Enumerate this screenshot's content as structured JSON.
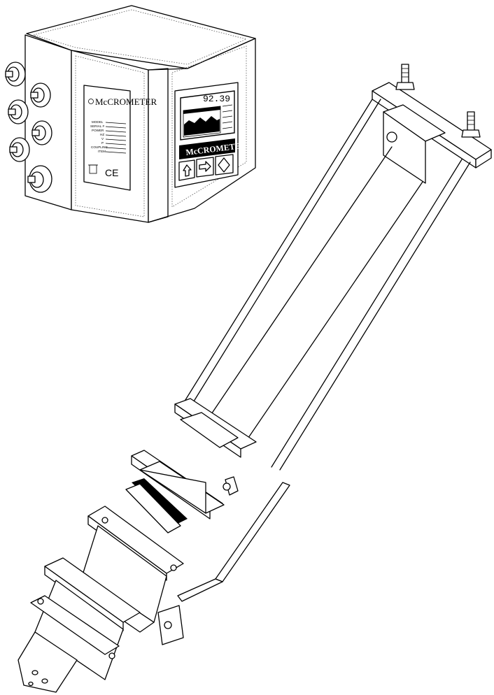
{
  "converter": {
    "label_brand": "McCROMETER",
    "label_fields": [
      "MODEL",
      "SERIAL #",
      "POWER",
      "HZ",
      "V",
      "P",
      "COUPLING",
      "ITEM"
    ],
    "ce_mark": "CE",
    "keypad_brand": "McCROMETER",
    "display_reading": "92.39",
    "key_icons": [
      "arrow-up-icon",
      "arrow-right-icon",
      "arrow-up-down-icon"
    ]
  }
}
